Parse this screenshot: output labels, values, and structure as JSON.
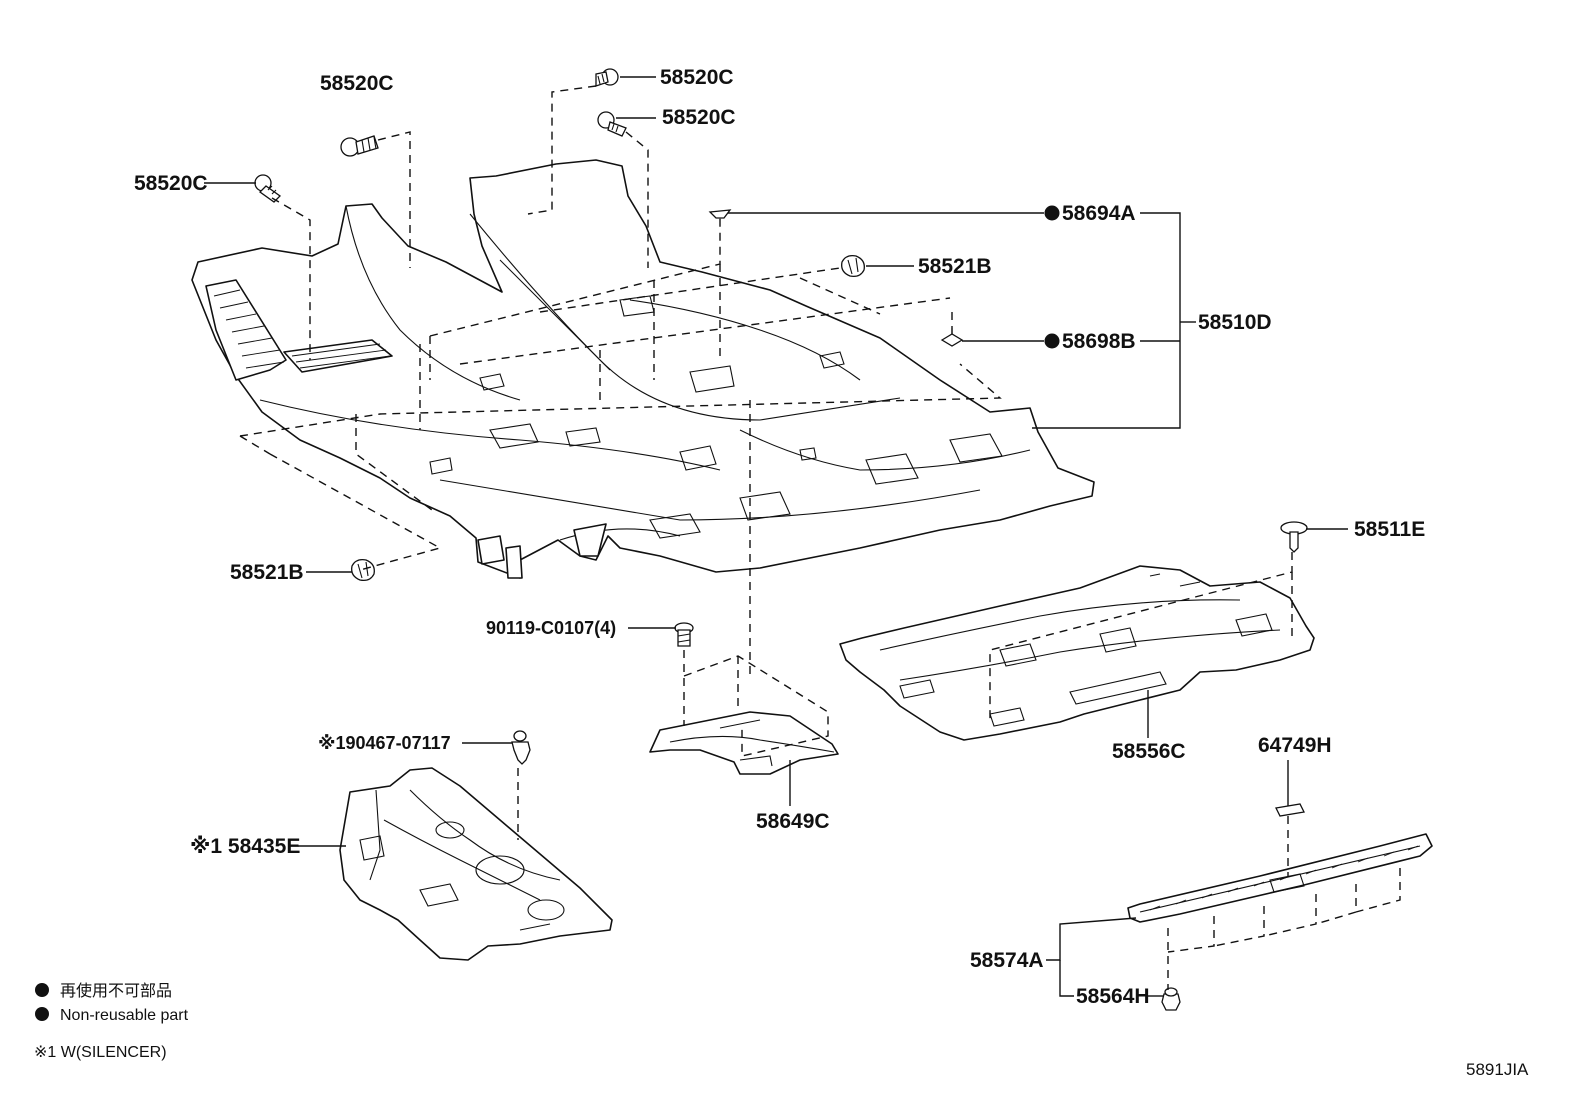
{
  "diagram": {
    "labels": {
      "clip_top_left": "58520C",
      "clip_left": "58520C",
      "clip_top_center": "58520C",
      "clip_center": "58520C",
      "hook_upper": "58694A",
      "clip_right_upper": "58521B",
      "hook_lower": "58698B",
      "carpet_assy": "58510D",
      "clip_left_lower": "58521B",
      "pin_right": "58511E",
      "bolt_center": "90119-C0107(4)",
      "rear_silencer": "58556C",
      "clip_silencer": "※190467-07117",
      "front_silencer": "※1 58435E",
      "floor_panel": "58649C",
      "fastener_right": "64749H",
      "scuff_plate": "58574A",
      "clip_scuff": "58564H"
    },
    "legend": {
      "non_reusable_ja": "再使用不可部品",
      "non_reusable_en": "Non-reusable part",
      "silencer_note": "※1 W(SILENCER)"
    },
    "reference_code": "5891JIA"
  }
}
